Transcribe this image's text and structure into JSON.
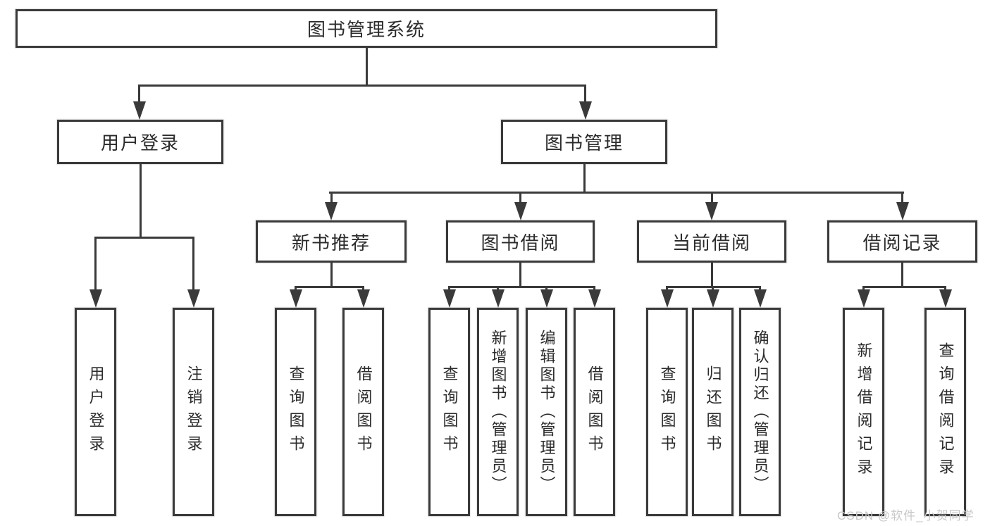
{
  "diagram_title": "图书管理系统",
  "watermark": "CSDN @软件_小贺同学",
  "colors": {
    "line": "#3a3a3a",
    "text": "#2b2b2b",
    "watermark": "#c8c8c8",
    "background": "#ffffff"
  },
  "nodes": {
    "root": "图书管理系统",
    "user_login": "用户登录",
    "book_mgmt": "图书管理",
    "new_book_rec": "新书推荐",
    "book_borrow": "图书借阅",
    "current_borrow": "当前借阅",
    "borrow_record": "借阅记录",
    "user_login_leaf": "用户登录",
    "logout_leaf": "注销登录",
    "rec_query_books": "查询图书",
    "rec_borrow_books": "借阅图书",
    "bb_query_books": "查询图书",
    "bb_add_books": "新增图书（管理员）",
    "bb_edit_books": "编辑图书（管理员）",
    "bb_borrow_books": "借阅图书",
    "cb_query_books": "查询图书",
    "cb_return_books": "归还图书",
    "cb_confirm_return": "确认归还（管理员）",
    "br_add_record": "新增借阅记录",
    "br_query_record": "查询借阅记录"
  },
  "hierarchy": {
    "图书管理系统": {
      "用户登录": [
        "用户登录",
        "注销登录"
      ],
      "图书管理": {
        "新书推荐": [
          "查询图书",
          "借阅图书"
        ],
        "图书借阅": [
          "查询图书",
          "新增图书（管理员）",
          "编辑图书（管理员）",
          "借阅图书"
        ],
        "当前借阅": [
          "查询图书",
          "归还图书",
          "确认归还（管理员）"
        ],
        "借阅记录": [
          "新增借阅记录",
          "查询借阅记录"
        ]
      }
    }
  }
}
